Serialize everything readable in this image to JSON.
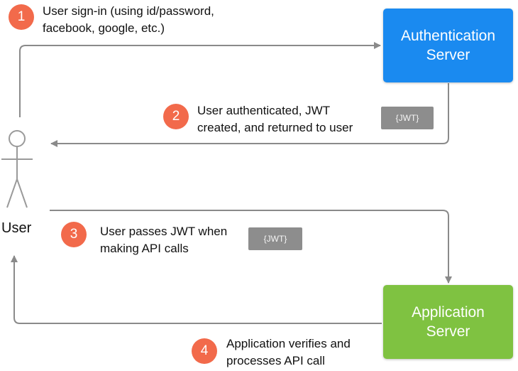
{
  "actor": {
    "label": "User"
  },
  "servers": {
    "auth": {
      "line1": "Authentication",
      "line2": "Server"
    },
    "app": {
      "line1": "Application",
      "line2": "Server"
    }
  },
  "steps": [
    {
      "number": "1",
      "line1": "User sign-in (using id/password,",
      "line2": "facebook, google, etc.)"
    },
    {
      "number": "2",
      "line1": "User authenticated, JWT",
      "line2": "created, and returned to user",
      "token": "{JWT}"
    },
    {
      "number": "3",
      "line1": "User passes JWT when",
      "line2": "making API calls",
      "token": "{JWT}"
    },
    {
      "number": "4",
      "line1": "Application verifies and",
      "line2": "processes API call"
    }
  ],
  "colors": {
    "badge": "#f26a4b",
    "auth_server": "#1a8af0",
    "app_server": "#7fc241",
    "arrow": "#8a8a8a",
    "token": "#8d8d8d",
    "actor": "#9a9a9a"
  }
}
